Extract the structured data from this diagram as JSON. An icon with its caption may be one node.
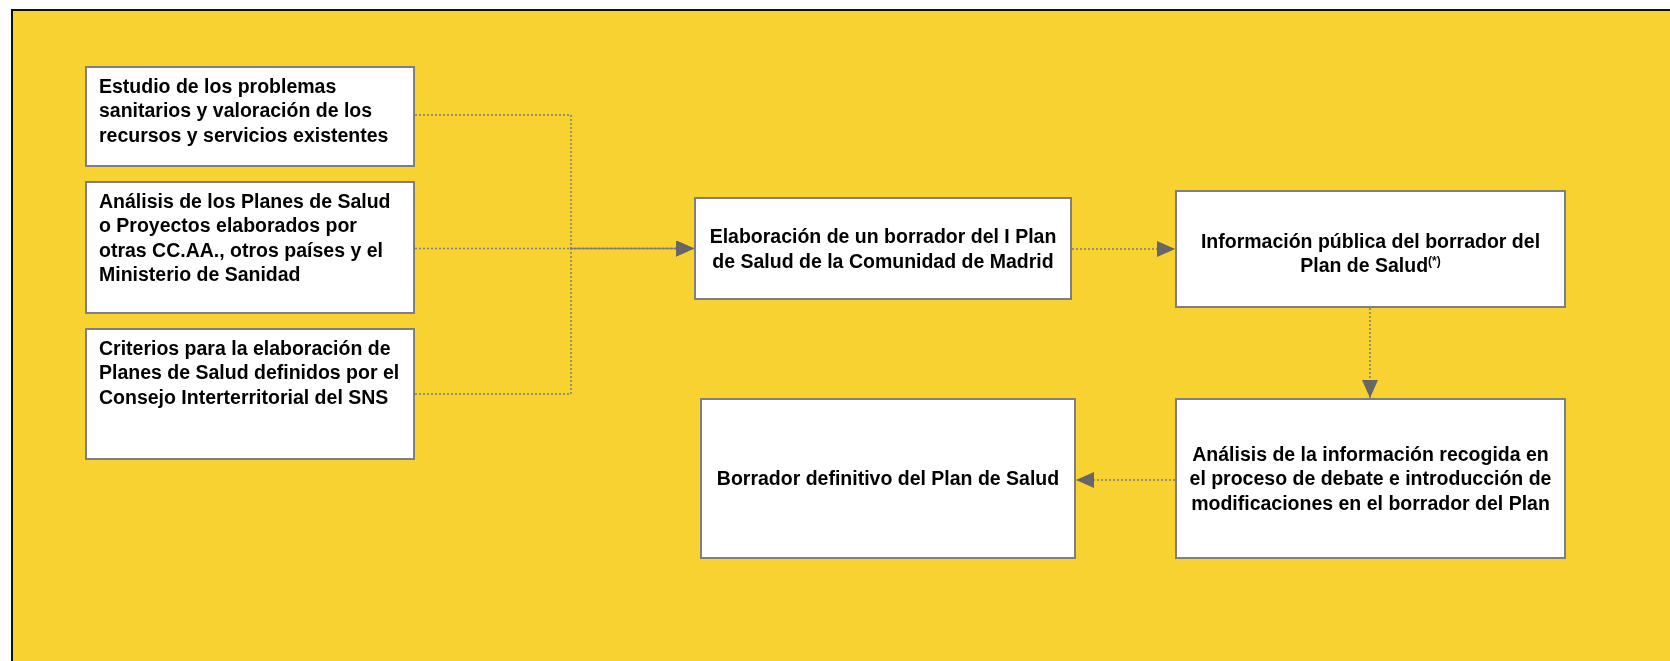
{
  "diagram": {
    "nodes": [
      {
        "text": [
          "Estudio de los problemas sanitarios y valoración de los recursos y servicios existentes"
        ]
      },
      {
        "text": [
          "Análisis de los Planes de Salud o Proyectos elaborados por otras CC.AA., otros países y el Ministerio de Sanidad"
        ]
      },
      {
        "text": [
          "Criterios para la elaboración de Planes de Salud definidos por el Consejo Interterritorial del SNS"
        ]
      },
      {
        "text": [
          "Elaboración de un borrador del I Plan de Salud de la Comunidad de Madrid"
        ]
      },
      {
        "text": [
          "Información pública del borrador del Plan de Salud$^{(*)}$"
        ]
      },
      {
        "text": [
          "Análisis de la información recogida en el proceso de debate e introducción de modificaciones en el borrador del Plan"
        ]
      },
      {
        "text": [
          "Borrador definitivo del Plan de Salud"
        ]
      }
    ],
    "edges": [
      {
        "from": 0,
        "to": 3,
        "arrow": "to",
        "style": "dashed"
      },
      {
        "from": 1,
        "to": 3,
        "arrow": "to",
        "style": "dashed"
      },
      {
        "from": 2,
        "to": 3,
        "arrow": "to",
        "style": "dashed"
      },
      {
        "from": 3,
        "to": 4,
        "arrow": "to",
        "style": "dashed"
      },
      {
        "from": 4,
        "to": 5,
        "arrow": "to",
        "style": "dashed"
      },
      {
        "from": 5,
        "to": 6,
        "arrow": "to",
        "style": "dashed"
      }
    ]
  }
}
